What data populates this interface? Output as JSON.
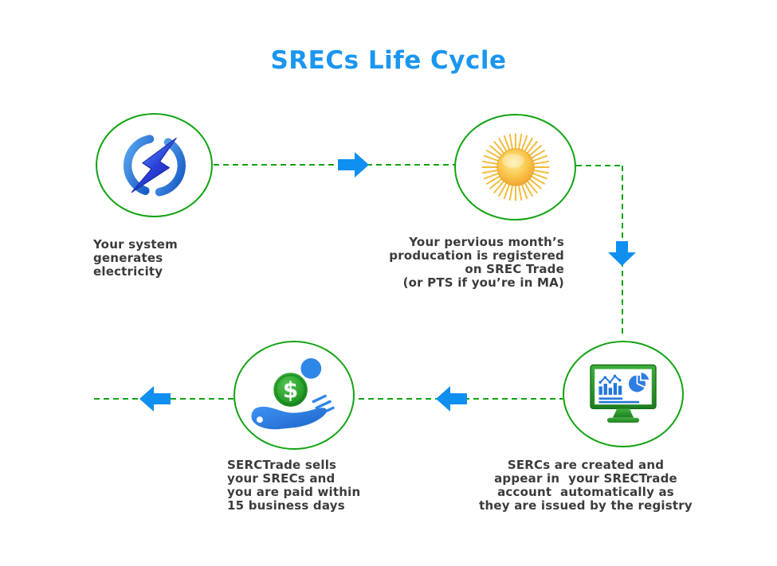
{
  "title": "SRECs Life Cycle",
  "colors": {
    "title_blue": "#1a96f0",
    "arrow_blue": "#0f8ff0",
    "line_green": "#12a312",
    "text_dark": "#3b3b3b"
  },
  "steps": [
    {
      "id": "system-generates",
      "icon": "lightning-icon",
      "lines": [
        "Your system",
        "generates",
        "electricity"
      ]
    },
    {
      "id": "production-registered",
      "icon": "sun-icon",
      "lines": [
        "Your pervious month’s",
        "producation is registered",
        "on SREC Trade",
        "(or PTS if you’re in MA)"
      ]
    },
    {
      "id": "sercs-created",
      "icon": "monitor-chart-icon",
      "lines": [
        "SERCs are created and",
        "appear in  your SRECTrade",
        "account  automatically as",
        "they are issued by the registry"
      ]
    },
    {
      "id": "srecs-sold",
      "icon": "hand-coin-icon",
      "lines": [
        "SERCTrade sells",
        "your SRECs and",
        "you are paid within",
        "15 business days"
      ]
    }
  ]
}
